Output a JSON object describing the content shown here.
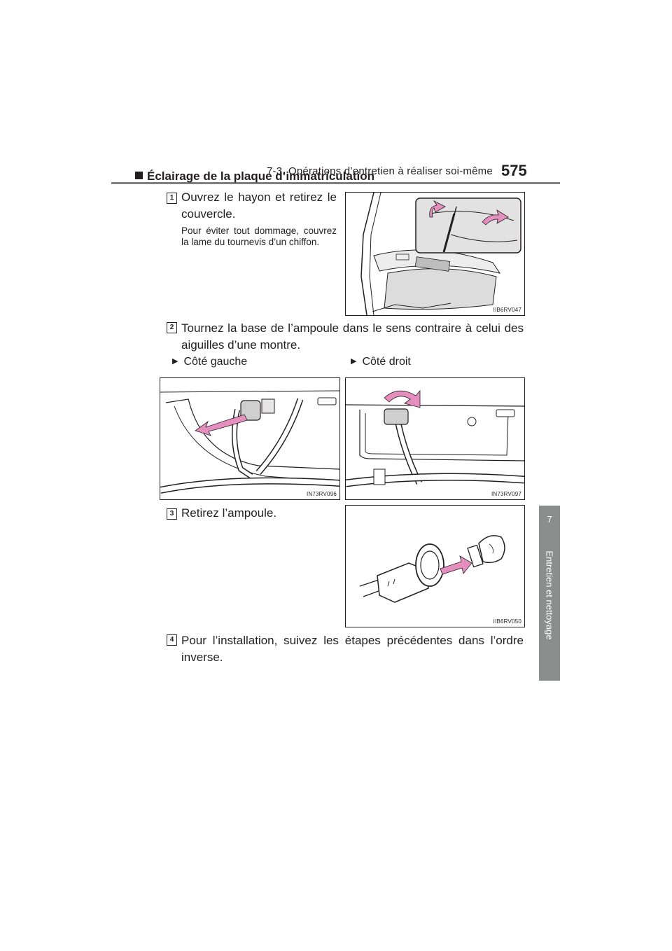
{
  "header": {
    "chapter_title": "7-3. Opérations d’entretien à réaliser soi-même",
    "page_number": "575"
  },
  "side_tab": {
    "number": "7",
    "label": "Entretien et nettoyage"
  },
  "section": {
    "title": "Éclairage de la plaque d’immatriculation"
  },
  "steps": [
    {
      "badge": "1",
      "text": "Ouvrez le hayon et retirez le couvercle.",
      "note": "Pour éviter tout dommage, couvrez la lame du tournevis d’un chiffon.",
      "figure_code": "IIB6RV047"
    },
    {
      "badge": "2",
      "text": "Tournez la base de l’ampoule dans le sens contraire à celui des aiguilles d’une montre.",
      "left_label": "Côté gauche",
      "right_label": "Côté droit",
      "left_figure_code": "IN73RV096",
      "right_figure_code": "IN73RV097"
    },
    {
      "badge": "3",
      "text": "Retirez l’ampoule.",
      "figure_code": "IIB6RV050"
    },
    {
      "badge": "4",
      "text": "Pour l’installation, suivez les étapes précédentes dans l’ordre inverse."
    }
  ],
  "colors": {
    "arrow_pink": "#e58fbf",
    "tab_gray": "#8c8d8d",
    "rule_gray": "#7f8080"
  }
}
